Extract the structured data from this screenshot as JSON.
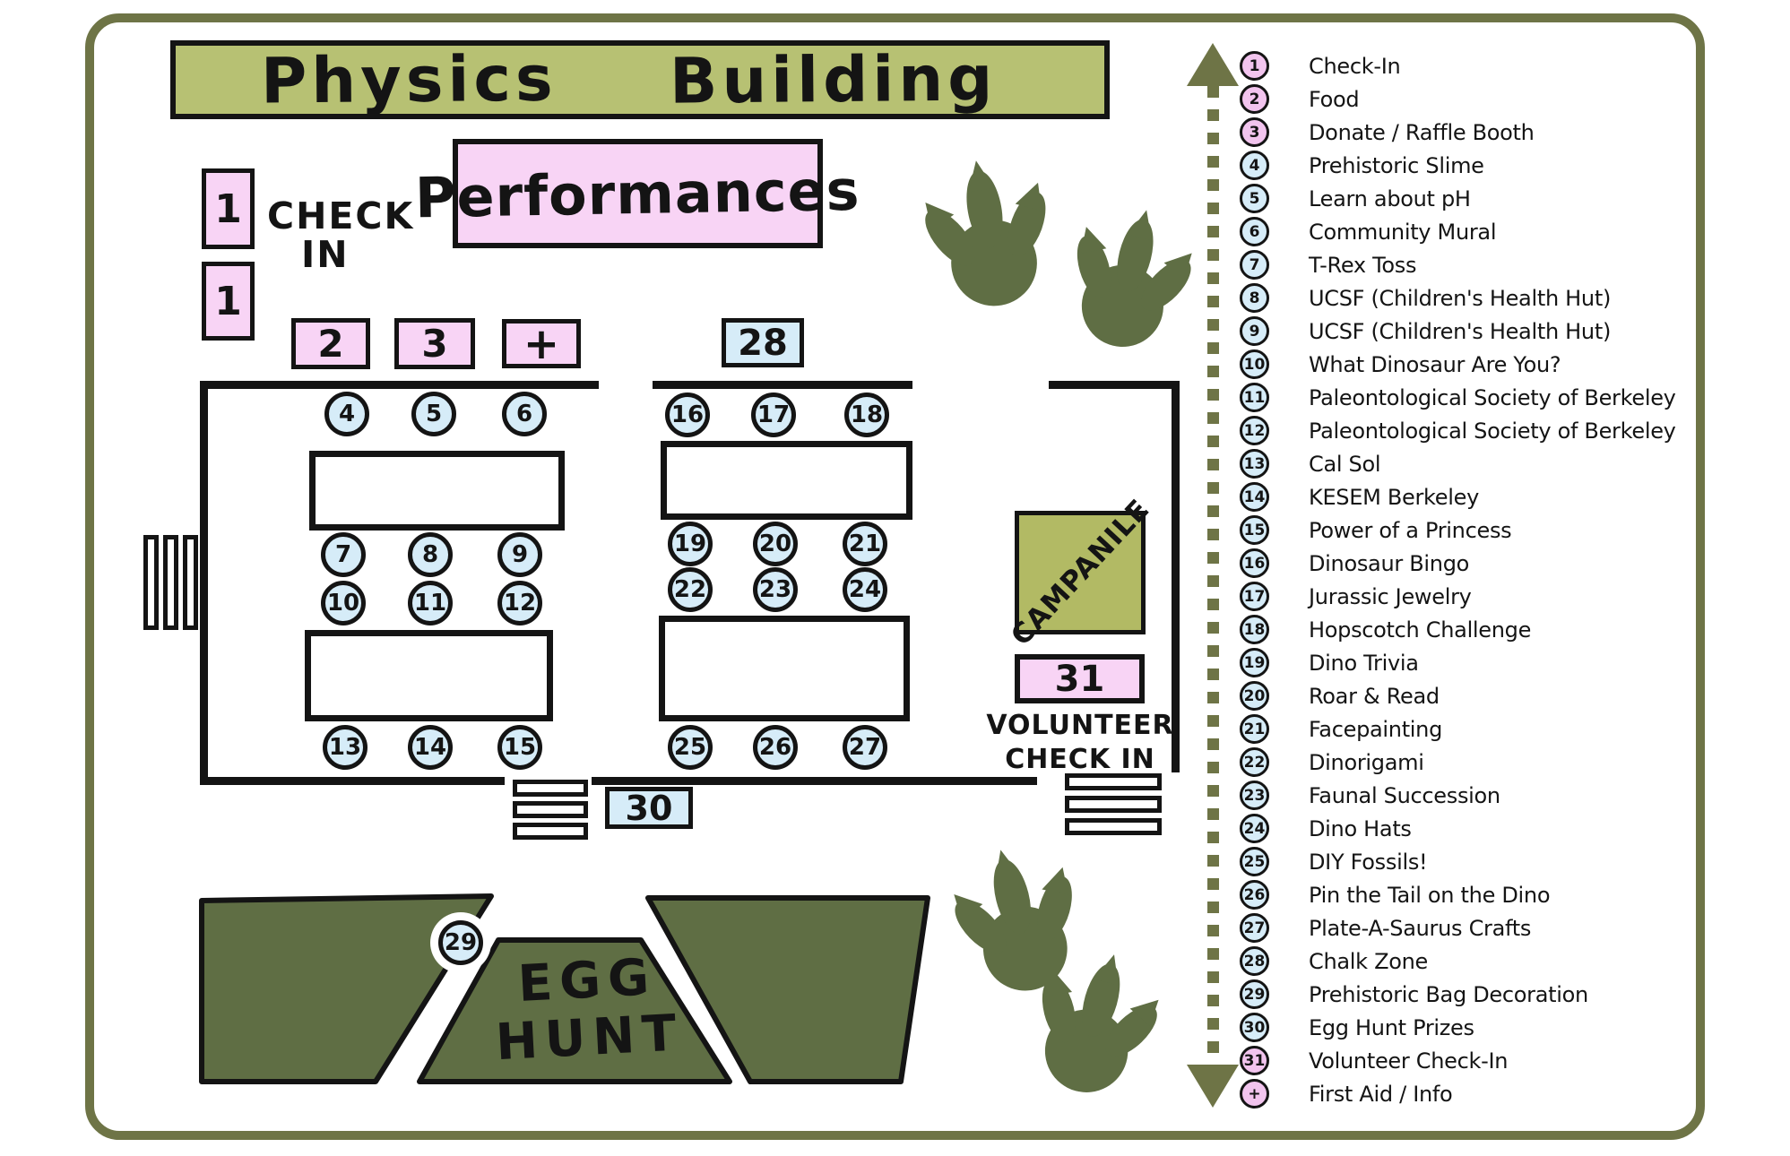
{
  "banner": {
    "word1": "Physics",
    "word2": "Building"
  },
  "performances_label": "Performances",
  "check_in": {
    "box_label": "1",
    "line1": "CHECK",
    "line2": "IN"
  },
  "booth_boxes": {
    "b2": "2",
    "b3": "3",
    "first_aid": "+",
    "b28": "28",
    "b29": "29",
    "b30": "30",
    "b31": "31"
  },
  "volunteer": {
    "line1": "VOLUNTEER",
    "line2": "CHECK IN"
  },
  "campanile_label": "CAMPANILE",
  "egg_hunt": {
    "line1": "EGG",
    "line2": "HUNT"
  },
  "map_circles": [
    "4",
    "5",
    "6",
    "7",
    "8",
    "9",
    "10",
    "11",
    "12",
    "13",
    "14",
    "15",
    "16",
    "17",
    "18",
    "19",
    "20",
    "21",
    "22",
    "23",
    "24",
    "25",
    "26",
    "27"
  ],
  "legend": {
    "items": [
      {
        "num": "1",
        "label": "Check-In",
        "color": "#f2c4ee"
      },
      {
        "num": "2",
        "label": "Food",
        "color": "#f2c4ee"
      },
      {
        "num": "3",
        "label": "Donate / Raffle Booth",
        "color": "#f2c4ee"
      },
      {
        "num": "4",
        "label": "Prehistoric Slime",
        "color": "#d6ecf8"
      },
      {
        "num": "5",
        "label": "Learn about pH",
        "color": "#d6ecf8"
      },
      {
        "num": "6",
        "label": "Community Mural",
        "color": "#d6ecf8"
      },
      {
        "num": "7",
        "label": "T-Rex Toss",
        "color": "#d6ecf8"
      },
      {
        "num": "8",
        "label": "UCSF (Children's Health Hut)",
        "color": "#d6ecf8"
      },
      {
        "num": "9",
        "label": "UCSF (Children's Health Hut)",
        "color": "#d6ecf8"
      },
      {
        "num": "10",
        "label": "What Dinosaur Are You?",
        "color": "#d6ecf8"
      },
      {
        "num": "11",
        "label": "Paleontological Society of Berkeley",
        "color": "#d6ecf8"
      },
      {
        "num": "12",
        "label": "Paleontological Society of Berkeley",
        "color": "#d6ecf8"
      },
      {
        "num": "13",
        "label": "Cal Sol",
        "color": "#d6ecf8"
      },
      {
        "num": "14",
        "label": "KESEM Berkeley",
        "color": "#d6ecf8"
      },
      {
        "num": "15",
        "label": "Power of a Princess",
        "color": "#d6ecf8"
      },
      {
        "num": "16",
        "label": "Dinosaur Bingo",
        "color": "#d6ecf8"
      },
      {
        "num": "17",
        "label": "Jurassic Jewelry",
        "color": "#d6ecf8"
      },
      {
        "num": "18",
        "label": "Hopscotch Challenge",
        "color": "#d6ecf8"
      },
      {
        "num": "19",
        "label": "Dino Trivia",
        "color": "#d6ecf8"
      },
      {
        "num": "20",
        "label": "Roar & Read",
        "color": "#d6ecf8"
      },
      {
        "num": "21",
        "label": "Facepainting",
        "color": "#d6ecf8"
      },
      {
        "num": "22",
        "label": "Dinorigami",
        "color": "#d6ecf8"
      },
      {
        "num": "23",
        "label": "Faunal Succession",
        "color": "#d6ecf8"
      },
      {
        "num": "24",
        "label": "Dino Hats",
        "color": "#d6ecf8"
      },
      {
        "num": "25",
        "label": "DIY Fossils!",
        "color": "#d6ecf8"
      },
      {
        "num": "26",
        "label": "Pin the Tail on the Dino",
        "color": "#d6ecf8"
      },
      {
        "num": "27",
        "label": "Plate-A-Saurus Crafts",
        "color": "#d6ecf8"
      },
      {
        "num": "28",
        "label": "Chalk Zone",
        "color": "#d6ecf8"
      },
      {
        "num": "29",
        "label": "Prehistoric Bag Decoration",
        "color": "#d6ecf8"
      },
      {
        "num": "30",
        "label": "Egg Hunt Prizes",
        "color": "#d6ecf8"
      },
      {
        "num": "31",
        "label": "Volunteer Check-In",
        "color": "#f2c4ee"
      },
      {
        "num": "+",
        "label": "First Aid / Info",
        "color": "#f2c4ee"
      }
    ]
  },
  "colors": {
    "olive": "#6e7446",
    "olive-banner": "#b7c173",
    "olive-camp": "#b2ba64",
    "olive-dark": "#5f6e44",
    "pink": "#f8d4f5",
    "pink-circ": "#f2c4ee",
    "blue": "#d6ecf8",
    "ink": "#141414"
  }
}
